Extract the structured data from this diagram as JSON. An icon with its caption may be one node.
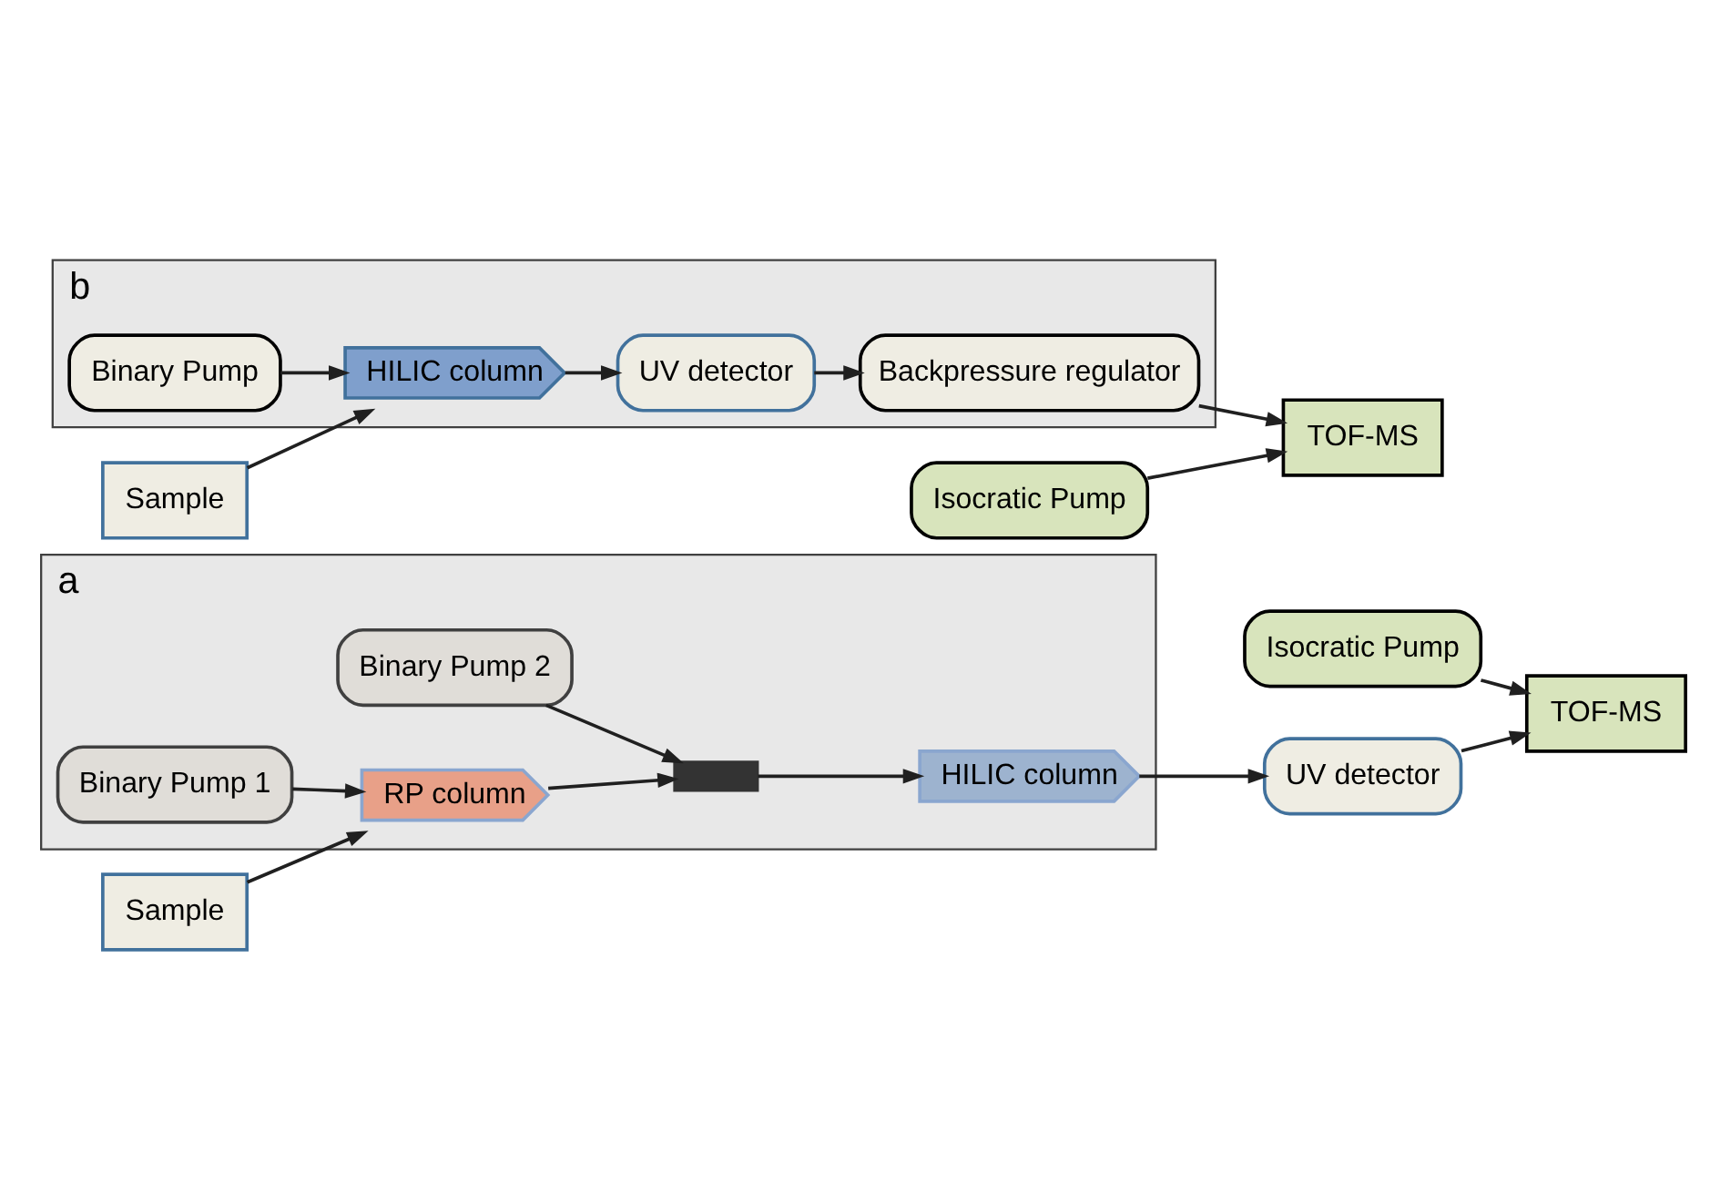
{
  "diagram": {
    "nodes": [
      {
        "text": [
          "a"
        ]
      },
      {
        "text": [
          "Binary Pump 2"
        ],
        "in": 0
      },
      {
        "text": [
          "Binary Pump 1"
        ],
        "in": 0
      },
      {
        "text": [
          "RP column"
        ],
        "in": 0
      },
      {
        "text": [],
        "shape": "box",
        "in": 0
      },
      {
        "text": [
          "HILIC column"
        ],
        "in": 0
      },
      {
        "text": [
          "UV detector"
        ]
      },
      {
        "text": [
          "TOF-MS"
        ]
      },
      {
        "text": [
          "Sample"
        ]
      },
      {
        "text": [
          "Isocratic Pump"
        ]
      },
      {
        "text": [
          "b"
        ]
      },
      {
        "text": [
          "Binary Pump"
        ],
        "in": 10
      },
      {
        "text": [
          "HILIC column"
        ],
        "in": 10
      },
      {
        "text": [
          "UV detector"
        ],
        "in": 10
      },
      {
        "text": [
          "Backpressure regulator"
        ],
        "in": 10
      },
      {
        "text": [
          "TOF-MS"
        ]
      },
      {
        "text": [
          "Sample"
        ]
      },
      {
        "text": [
          "Isocratic Pump"
        ]
      }
    ],
    "edges": [
      {
        "from": 2,
        "to": 3,
        "arrow": "to"
      },
      {
        "from": 8,
        "to": 3,
        "arrow": "to"
      },
      {
        "from": 3,
        "to": 4,
        "arrow": "to"
      },
      {
        "from": 1,
        "to": 4,
        "arrow": "to"
      },
      {
        "from": 4,
        "to": 5,
        "arrow": "to"
      },
      {
        "from": 5,
        "to": 6,
        "arrow": "to"
      },
      {
        "from": 6,
        "to": 7,
        "arrow": "to"
      },
      {
        "from": 9,
        "to": 7,
        "arrow": "to"
      },
      {
        "from": 11,
        "to": 12,
        "arrow": "to"
      },
      {
        "from": 16,
        "to": 12,
        "arrow": "to"
      },
      {
        "from": 12,
        "to": 13,
        "arrow": "to"
      },
      {
        "from": 13,
        "to": 14,
        "arrow": "to"
      },
      {
        "from": 14,
        "to": 15,
        "arrow": "to"
      },
      {
        "from": 17,
        "to": 15,
        "arrow": "to"
      }
    ]
  }
}
